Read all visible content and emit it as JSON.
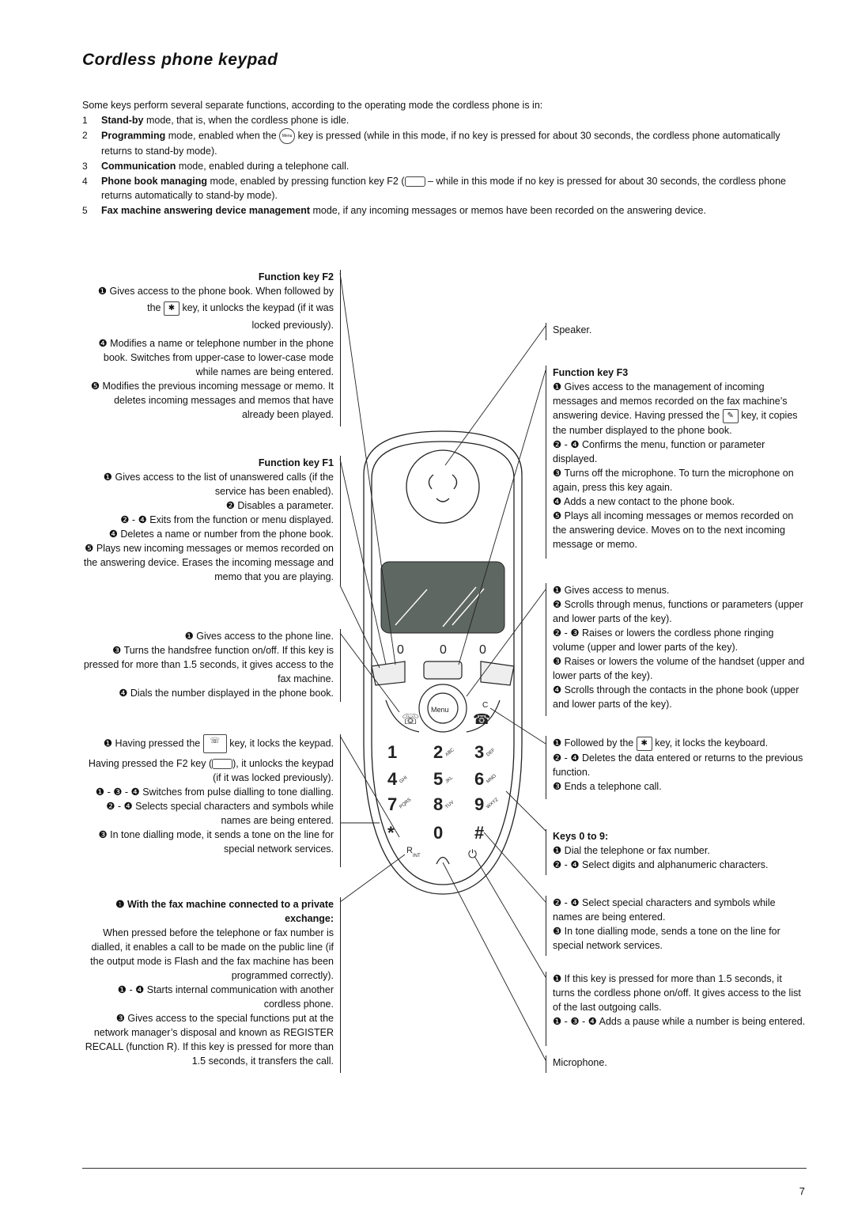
{
  "title": "Cordless phone keypad",
  "intro": {
    "lead": "Some keys perform several separate functions, according to the operating mode the cordless phone is in:",
    "modes": [
      {
        "num": "1",
        "bold": "Stand-by",
        "text": " mode, that is, when the cordless phone is idle."
      },
      {
        "num": "2",
        "bold": "Programming",
        "text": " mode, enabled when the",
        "text2": " key is pressed (while in this mode, if no key is pressed for about 30 seconds, the cordless phone automatically returns to stand-by mode)."
      },
      {
        "num": "3",
        "bold": "Communication",
        "text": " mode, enabled during a telephone call."
      },
      {
        "num": "4",
        "bold": "Phone book managing",
        "text": " mode, enabled by pressing function key F2 (",
        "text2": " – while in this mode if no key is pressed for about 30 seconds, the cordless phone returns automatically to stand-by mode)."
      },
      {
        "num": "5",
        "bold": "Fax machine answering device management",
        "text": " mode, if any incoming messages or memos have been recorded on the answering device."
      }
    ]
  },
  "left_blocks": {
    "f2": {
      "heading": "Function key F2",
      "l1": "❶ Gives access to the phone book. When followed by",
      "l2a": "the",
      "l2b": "key, it unlocks the keypad (if it was",
      "l3": "locked previously).",
      "l4": "❹ Modifies a name or telephone number in the phone book. Switches from upper-case to lower-case mode while names are being entered.",
      "l5": "❺ Modifies the previous incoming message or memo. It deletes incoming messages and memos that have already been played."
    },
    "f1": {
      "heading": "Function key F1",
      "l1": "❶ Gives access to the list of unanswered calls (if the service has been enabled).",
      "l2": "❷ Disables a parameter.",
      "l3": "❷ - ❹ Exits from the function or menu displayed.",
      "l4": "❹ Deletes a name or number from the phone book.",
      "l5": "❺ Plays new incoming messages or memos recorded on the answering device. Erases the incoming message and memo that you are playing."
    },
    "line": {
      "l1": "❶ Gives access to the phone line.",
      "l2": "❸ Turns the handsfree function on/off. If this key is pressed for more than 1.5 seconds, it gives access to the fax machine.",
      "l3": "❹ Dials the number displayed in the phone book."
    },
    "star": {
      "l1a": "❶ Having pressed the",
      "l1b": "key, it locks the keypad.",
      "l2a": "Having pressed the F2 key (",
      "l2b": "), it unlocks the keypad (if it was locked previously).",
      "l3": "❶ - ❸ - ❹ Switches from pulse dialling to tone dialling.",
      "l4": "❷ - ❹ Selects special characters and symbols while names are being entered.",
      "l5": "❸ In tone dialling mode, it sends a tone on the line for special network services."
    },
    "r": {
      "heading": "❶ With the  fax machine connected to a private exchange:",
      "l1": "When pressed before the telephone or fax number is dialled, it enables a call to be made on the public line (if the output mode is Flash and the fax machine has been programmed correctly).",
      "l2": "❶ - ❹ Starts internal communication with another cordless phone.",
      "l3": "❸ Gives access to the special functions put at the network manager’s disposal and known as REGISTER RECALL (function R). If this key is pressed for more than 1.5 seconds, it transfers the call."
    }
  },
  "right_blocks": {
    "speaker": "Speaker.",
    "f3": {
      "heading": "Function key F3",
      "l1a": "❶ Gives access to the management of incoming messages and memos recorded on the fax machine’s answering device. Having pressed the",
      "l1b": "key, it copies the number displayed to the phone book.",
      "l2": "❷ - ❹ Confirms the menu, function or parameter displayed.",
      "l3": "❸ Turns off the microphone. To turn the microphone on again, press this key again.",
      "l4": "❹ Adds a new contact to the phone book.",
      "l5": "❺ Plays all incoming messages or memos recorded on the answering device. Moves on to the next incoming message or memo."
    },
    "menu": {
      "l1": "❶ Gives access to menus.",
      "l2": "❷ Scrolls through menus, functions or parameters (upper and lower parts of the key).",
      "l3": "❷ - ❸ Raises or lowers the cordless phone ringing volume (upper and lower parts of the key).",
      "l4": "❸ Raises or lowers the volume of the handset (upper and lower parts of the key).",
      "l5": "❹ Scrolls through the contacts in the phone book (upper and lower parts of the key)."
    },
    "c": {
      "l1a": "❶ Followed by the",
      "l1b": "key, it locks the keyboard.",
      "l2": "❷ - ❹ Deletes the data entered or returns to the previous function.",
      "l3": "❸ Ends a telephone call."
    },
    "keys": {
      "heading": "Keys 0 to 9:",
      "l1": "❶ Dial the telephone or fax number.",
      "l2": "❷ - ❹ Select digits and alphanumeric characters."
    },
    "hash": {
      "l1": "❷ - ❹ Select special characters and symbols while names are being entered.",
      "l2": "❸ In tone dialling mode, sends a tone on the line for special network services."
    },
    "power": {
      "l1": "❶ If this key is pressed for more than 1.5 seconds, it turns the cordless phone on/off. It gives access to the list of the last outgoing calls.",
      "l2": "❶ - ❸ - ❹ Adds a pause while a number is being entered."
    },
    "microphone": "Microphone."
  },
  "phone": {
    "menu_label": "Menu",
    "keys": [
      {
        "d": "1",
        "l": ""
      },
      {
        "d": "2",
        "l": "ABC"
      },
      {
        "d": "3",
        "l": "DEF"
      },
      {
        "d": "4",
        "l": "GHI"
      },
      {
        "d": "5",
        "l": "JKL"
      },
      {
        "d": "6",
        "l": "MNO"
      },
      {
        "d": "7",
        "l": "PQRS"
      },
      {
        "d": "8",
        "l": "TUV"
      },
      {
        "d": "9",
        "l": "WXYZ"
      },
      {
        "d": "*",
        "l": ""
      },
      {
        "d": "0",
        "l": ""
      },
      {
        "d": "#",
        "l": ""
      }
    ],
    "c_key": "C",
    "r_key": "R",
    "r_sub": "INT"
  },
  "icon_labels": {
    "menu_icon": "Menu"
  },
  "page_number": "7"
}
